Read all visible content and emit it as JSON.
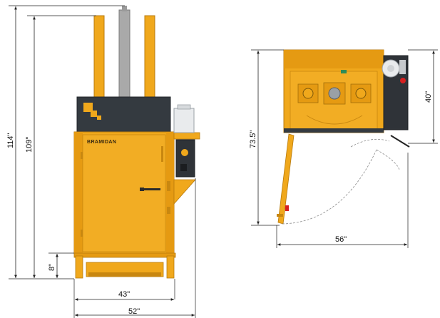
{
  "dimensions": {
    "overall_height": "114\"",
    "cylinder_height": "109\"",
    "floor_clearance": "8\"",
    "body_width": "43\"",
    "overall_width": "52\"",
    "open_depth": "73.5\"",
    "body_depth": "40\"",
    "door_swing_width": "56\""
  },
  "front_view": {
    "brand_logo": "BRAMIDAN"
  },
  "colors": {
    "body_yellow": "#f0a81c",
    "body_dark": "#c88710",
    "hood_dark": "#343a40",
    "cylinder_gray": "#a9a9a9",
    "panel_dark": "#2f3338",
    "dimension_line": "#222222"
  }
}
